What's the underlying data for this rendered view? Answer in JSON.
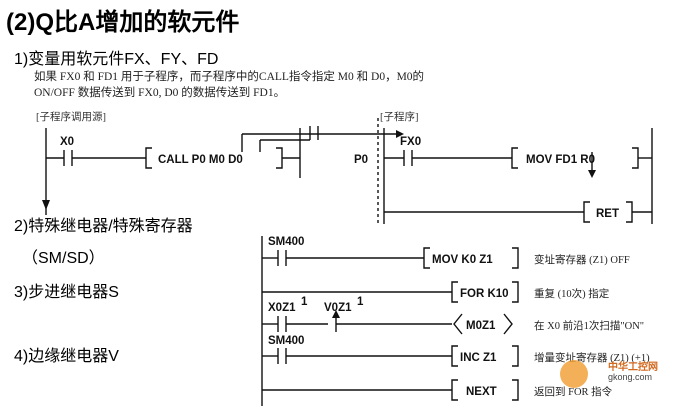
{
  "title": "(2)Q比A增加的软元件",
  "section1": {
    "heading": "1)变量用软元件FX、FY、FD",
    "para_line1": "如果 FX0 和 FD1 用于子程序，而子程序中的CALL指令指定 M0 和 D0，M0的",
    "para_line2": "ON/OFF 数据传送到 FX0, D0 的数据传送到 FD1。",
    "ladder": {
      "label_caller": "[子程序调用源]",
      "label_sub": "[子程序]",
      "contact_x0": "X0",
      "call_instr": "CALL  P0   M0  D0",
      "pointer": "P0",
      "contact_fx0": "FX0",
      "mov_instr": "MOV   FD1  R0",
      "ret_instr": "RET"
    }
  },
  "section2": {
    "heading": "2)特殊继电器/特殊寄存器",
    "sub": "（SM/SD）"
  },
  "section3": {
    "heading": "3)步进继电器S"
  },
  "section4": {
    "heading": "4)边缘继电器V"
  },
  "ladder2": {
    "sm400_a": "SM400",
    "mov_instr": "MOV  K0  Z1",
    "mov_comment": "变址寄存器 (Z1) OFF",
    "for_instr": "FOR K10",
    "for_comment": "重复 (10次) 指定",
    "x0z1": "X0Z1",
    "x0z1_sup": "1",
    "v0z1": "V0Z1",
    "v0z1_sup": "1",
    "coil": "M0Z1",
    "coil_comment": "在 X0 前沿1次扫描\"ON\"",
    "sm400_b": "SM400",
    "inc_instr": "INC     Z1",
    "inc_comment": "增量变址寄存器 (Z1) (+1)",
    "next_instr": "NEXT",
    "next_comment": "返回到 FOR 指令"
  },
  "watermark": {
    "line1": "中华工控网",
    "line2": "gkong.com"
  }
}
